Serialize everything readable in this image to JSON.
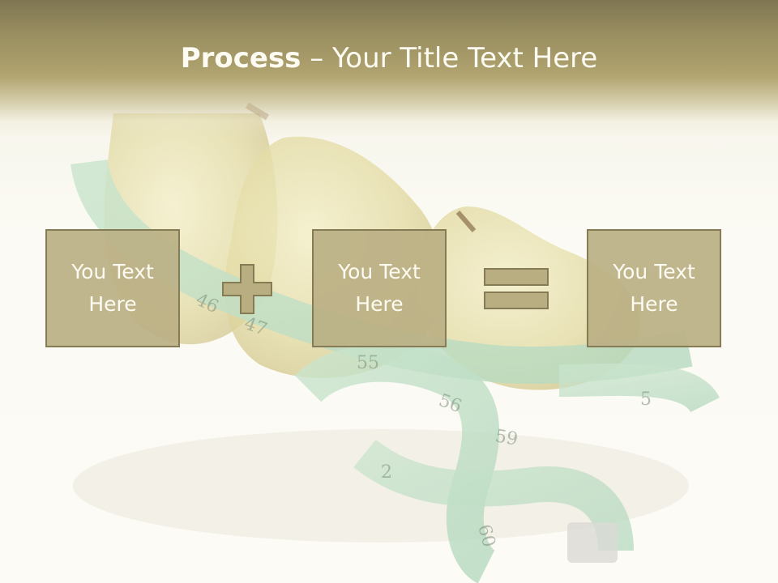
{
  "slide": {
    "title_bold": "Process",
    "title_rest": " – Your Title Text Here",
    "boxes": [
      {
        "text": "You Text Here"
      },
      {
        "text": "You Text Here"
      },
      {
        "text": "You Text Here"
      }
    ],
    "operators": [
      "plus-icon",
      "equals-icon"
    ]
  },
  "colors": {
    "title_band": "#a89c68",
    "box_fill": "#bbb084",
    "box_border": "#857b55",
    "text": "#fdfbf2"
  }
}
